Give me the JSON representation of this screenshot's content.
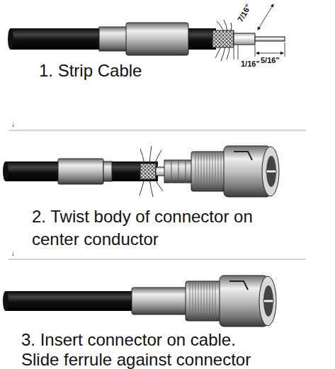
{
  "diagram": {
    "labels": [
      "7/16\"",
      "5/16\"",
      "1/16\"",
      "1. Strip Cable",
      "↓",
      "2. Twist body of connector on center conductor",
      "↓",
      "3. Insert connector on cable.",
      "Slide ferrule against connector"
    ]
  }
}
